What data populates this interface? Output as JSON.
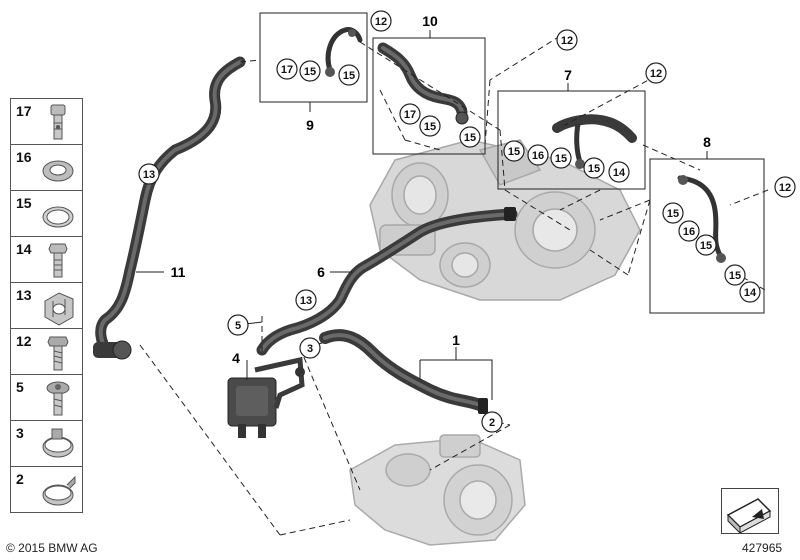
{
  "callouts": {
    "c1": "1",
    "c2": "2",
    "c3": "3",
    "c4": "4",
    "c5": "5",
    "c6": "6",
    "c7": "7",
    "c8": "8",
    "c9": "9",
    "c10": "10",
    "c11": "11",
    "c12": "12",
    "c13": "13",
    "c14": "14",
    "c15": "15",
    "c16": "16",
    "c17": "17"
  },
  "legend": [
    {
      "num": "17",
      "icon": "banjo-bolt-icon"
    },
    {
      "num": "16",
      "icon": "sealing-ring-thick-icon"
    },
    {
      "num": "15",
      "icon": "sealing-ring-thin-icon"
    },
    {
      "num": "14",
      "icon": "banjo-bolt-hollow-icon"
    },
    {
      "num": "13",
      "icon": "holder-clip-icon"
    },
    {
      "num": "12",
      "icon": "hex-bolt-icon"
    },
    {
      "num": "5",
      "icon": "torx-bolt-icon"
    },
    {
      "num": "3",
      "icon": "hose-clamp-icon"
    },
    {
      "num": "2",
      "icon": "hose-clamp-tab-icon"
    }
  ],
  "footer": {
    "copyright": "© 2015 BMW AG",
    "doc_number": "427965"
  },
  "nav_icon": "arrow-navigation-icon"
}
